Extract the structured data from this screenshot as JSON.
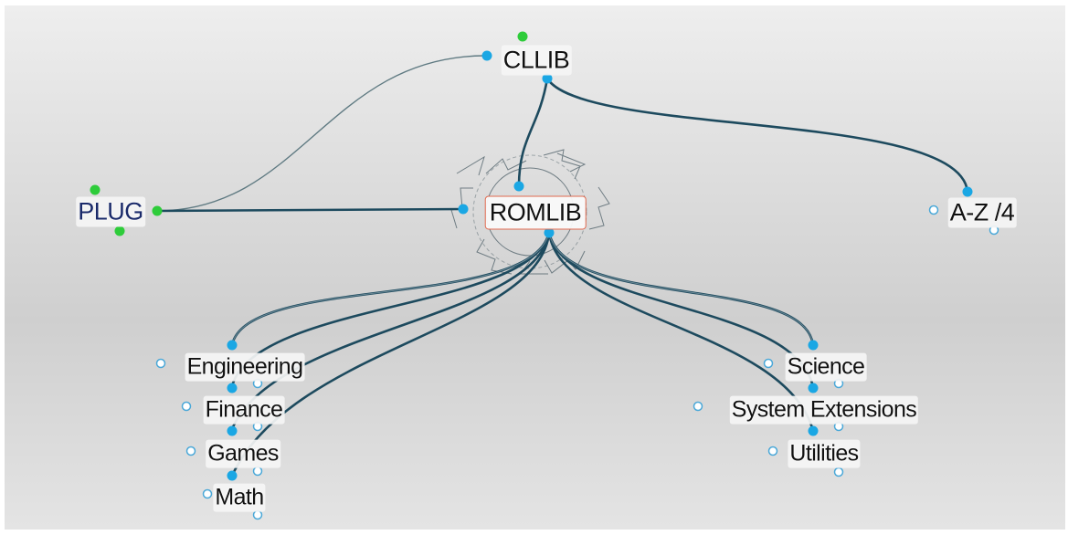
{
  "diagram": {
    "nodes": {
      "cllib": {
        "label": "CLLIB"
      },
      "plug": {
        "label": "PLUG"
      },
      "romlib": {
        "label": "ROMLIB"
      },
      "az4": {
        "label": "A-Z /4"
      },
      "engineering": {
        "label": "Engineering"
      },
      "finance": {
        "label": "Finance"
      },
      "games": {
        "label": "Games"
      },
      "math": {
        "label": "Math"
      },
      "science": {
        "label": "Science"
      },
      "sysext": {
        "label": "System Extensions"
      },
      "utilities": {
        "label": "Utilities"
      }
    },
    "links": [
      {
        "from": "plug",
        "to": "cllib",
        "style": "thin"
      },
      {
        "from": "plug",
        "to": "romlib",
        "style": "thick"
      },
      {
        "from": "cllib",
        "to": "romlib",
        "style": "thick"
      },
      {
        "from": "cllib",
        "to": "az4",
        "style": "thick"
      },
      {
        "from": "romlib",
        "to": "engineering",
        "style": "thick"
      },
      {
        "from": "romlib",
        "to": "finance",
        "style": "thick"
      },
      {
        "from": "romlib",
        "to": "games",
        "style": "thick"
      },
      {
        "from": "romlib",
        "to": "math",
        "style": "thick"
      },
      {
        "from": "romlib",
        "to": "science",
        "style": "thick"
      },
      {
        "from": "romlib",
        "to": "sysext",
        "style": "thick"
      },
      {
        "from": "romlib",
        "to": "utilities",
        "style": "thick"
      }
    ],
    "colors": {
      "link": "#1d4a5e",
      "link_thin": "#5f7a82",
      "port_blue": "#1aa7e4",
      "port_green": "#2ecc3a",
      "port_open": "#4aa8d8",
      "selection_border": "#e06a50",
      "ring_stroke": "#4b5d66"
    }
  }
}
